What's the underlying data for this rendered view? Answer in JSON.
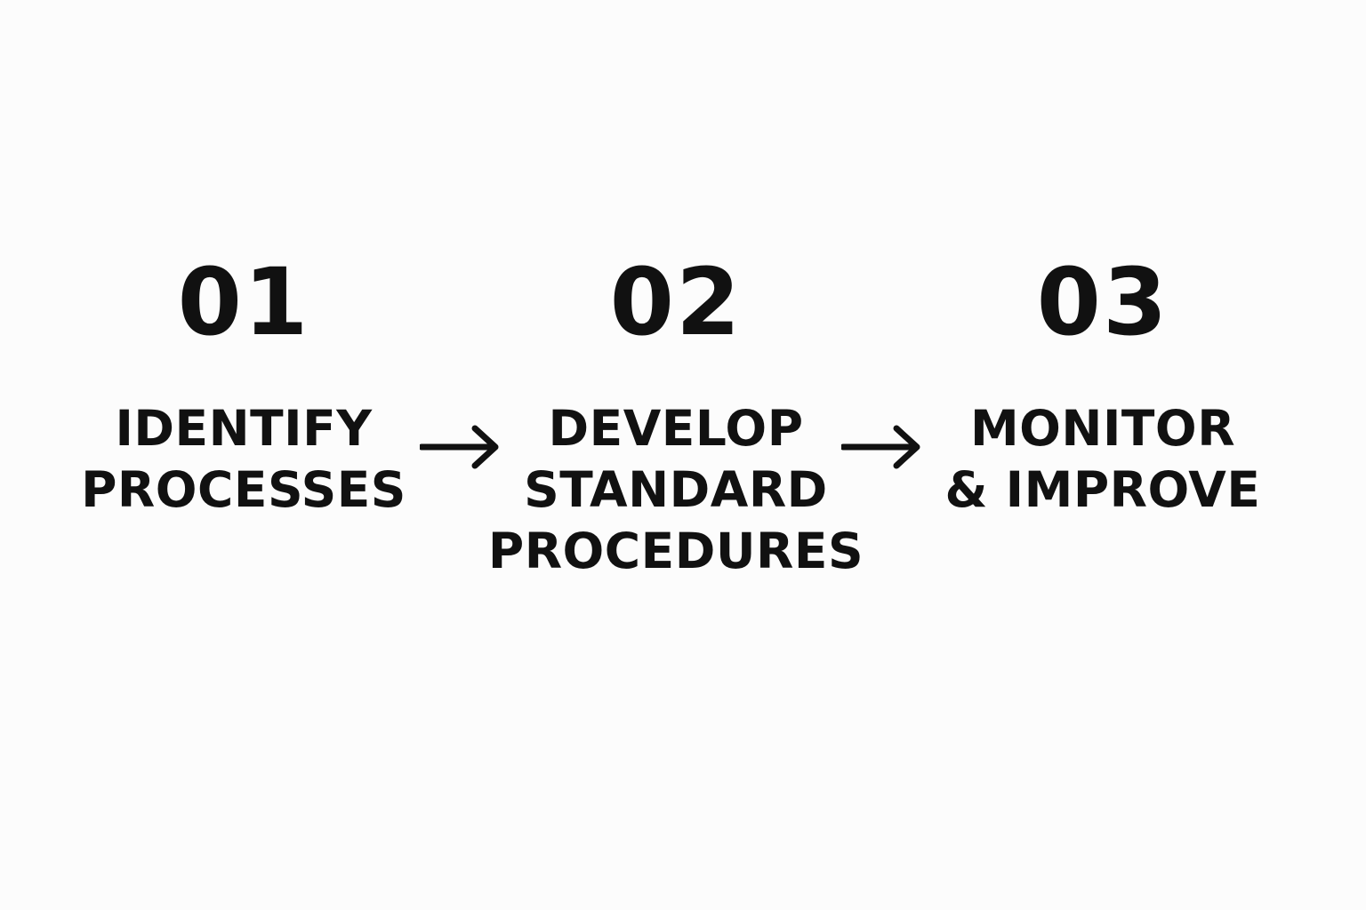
{
  "steps": [
    {
      "number": "01",
      "label_lines": [
        "IDENTIFY",
        "PROCESSES"
      ]
    },
    {
      "number": "02",
      "label_lines": [
        "DEVELOP",
        "STANDARD",
        "PROCEDURES"
      ]
    },
    {
      "number": "03",
      "label_lines": [
        "MONITOR",
        "& IMPROVE"
      ]
    }
  ],
  "connectors": [
    {
      "icon": "right-arrow-icon"
    },
    {
      "icon": "right-arrow-icon"
    }
  ],
  "colors": {
    "background": "#fcfcfc",
    "text": "#111111"
  }
}
